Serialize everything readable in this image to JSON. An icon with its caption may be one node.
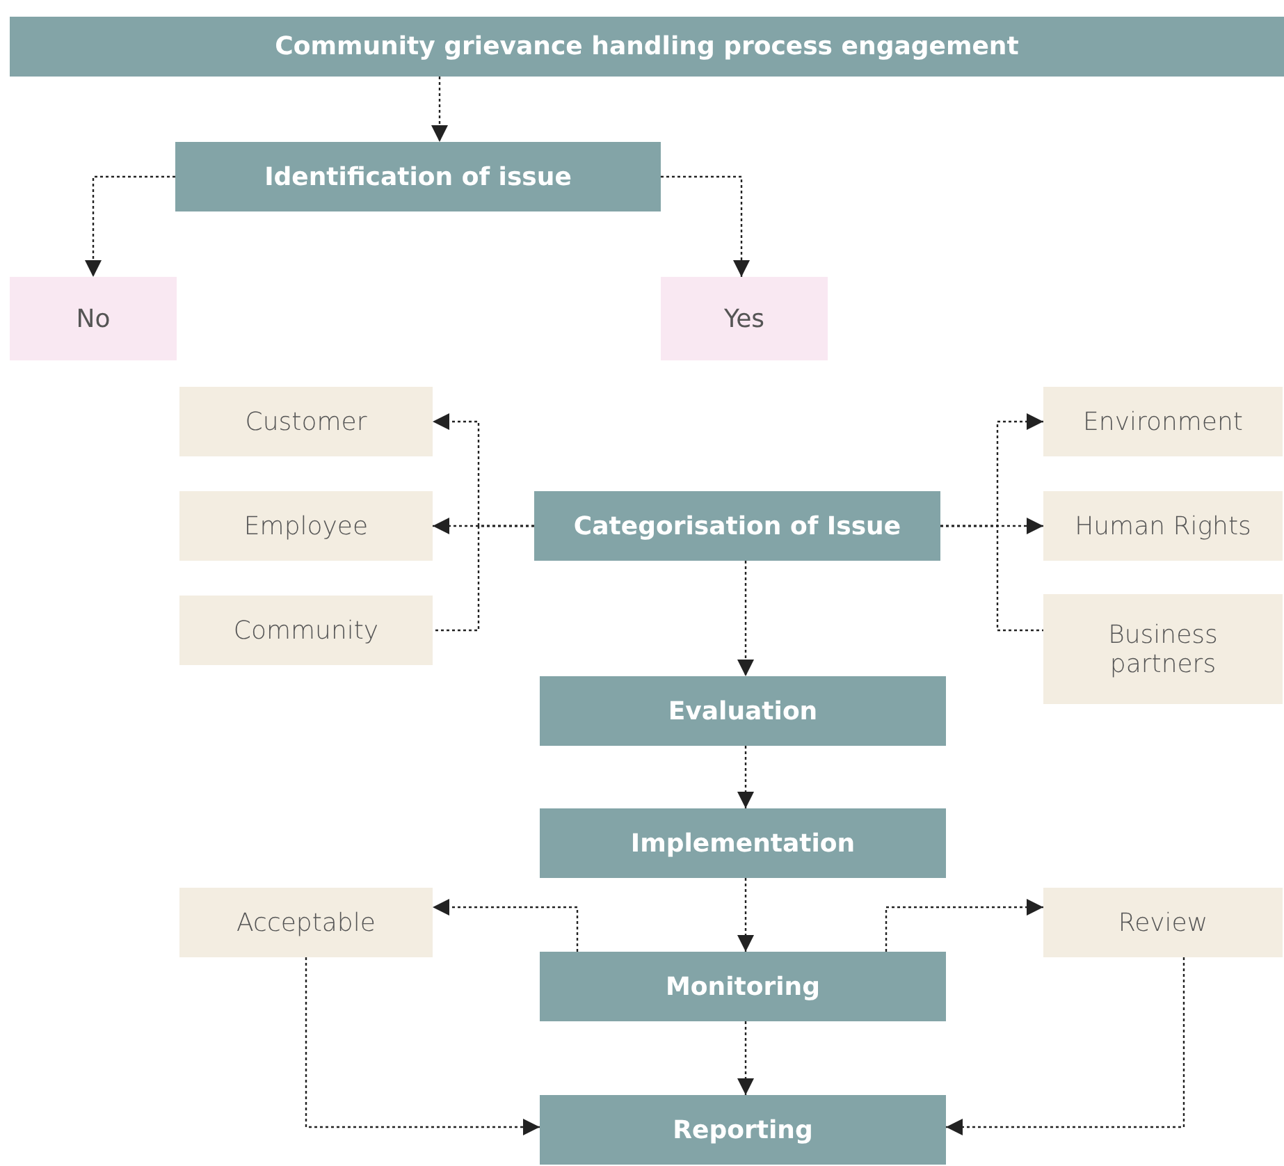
{
  "diagram": {
    "nodes": [
      {
        "text": [
          "Community grievance handling process engagement"
        ]
      },
      {
        "text": [
          "Identification of issue"
        ]
      },
      {
        "text": [
          "No"
        ]
      },
      {
        "text": [
          "Yes"
        ]
      },
      {
        "text": [
          "Customer"
        ]
      },
      {
        "text": [
          "Employee"
        ]
      },
      {
        "text": [
          "Community"
        ]
      },
      {
        "text": [
          "Categorisation of Issue"
        ]
      },
      {
        "text": [
          "Environment"
        ]
      },
      {
        "text": [
          "Human Rights"
        ]
      },
      {
        "text": [
          "Business partners"
        ]
      },
      {
        "text": [
          "Evaluation"
        ]
      },
      {
        "text": [
          "Implementation"
        ]
      },
      {
        "text": [
          "Acceptable"
        ]
      },
      {
        "text": [
          "Monitoring"
        ]
      },
      {
        "text": [
          "Review"
        ]
      },
      {
        "text": [
          "Reporting"
        ]
      }
    ],
    "edges": [
      {
        "from": 0,
        "to": 1,
        "arrow": "to"
      },
      {
        "from": 1,
        "to": 2,
        "arrow": "to"
      },
      {
        "from": 1,
        "to": 3,
        "arrow": "to"
      },
      {
        "from": 7,
        "to": 4,
        "arrow": "to"
      },
      {
        "from": 7,
        "to": 5,
        "arrow": "to"
      },
      {
        "from": 7,
        "to": 6,
        "arrow": "none"
      },
      {
        "from": 7,
        "to": 8,
        "arrow": "to"
      },
      {
        "from": 7,
        "to": 9,
        "arrow": "to"
      },
      {
        "from": 7,
        "to": 10,
        "arrow": "none"
      },
      {
        "from": 7,
        "to": 11,
        "arrow": "to"
      },
      {
        "from": 11,
        "to": 12,
        "arrow": "to"
      },
      {
        "from": 12,
        "to": 14,
        "arrow": "to"
      },
      {
        "from": 14,
        "to": 13,
        "arrow": "to"
      },
      {
        "from": 14,
        "to": 15,
        "arrow": "to"
      },
      {
        "from": 13,
        "to": 16,
        "arrow": "to"
      },
      {
        "from": 15,
        "to": 16,
        "arrow": "to"
      },
      {
        "from": 14,
        "to": 16,
        "arrow": "to"
      }
    ]
  }
}
